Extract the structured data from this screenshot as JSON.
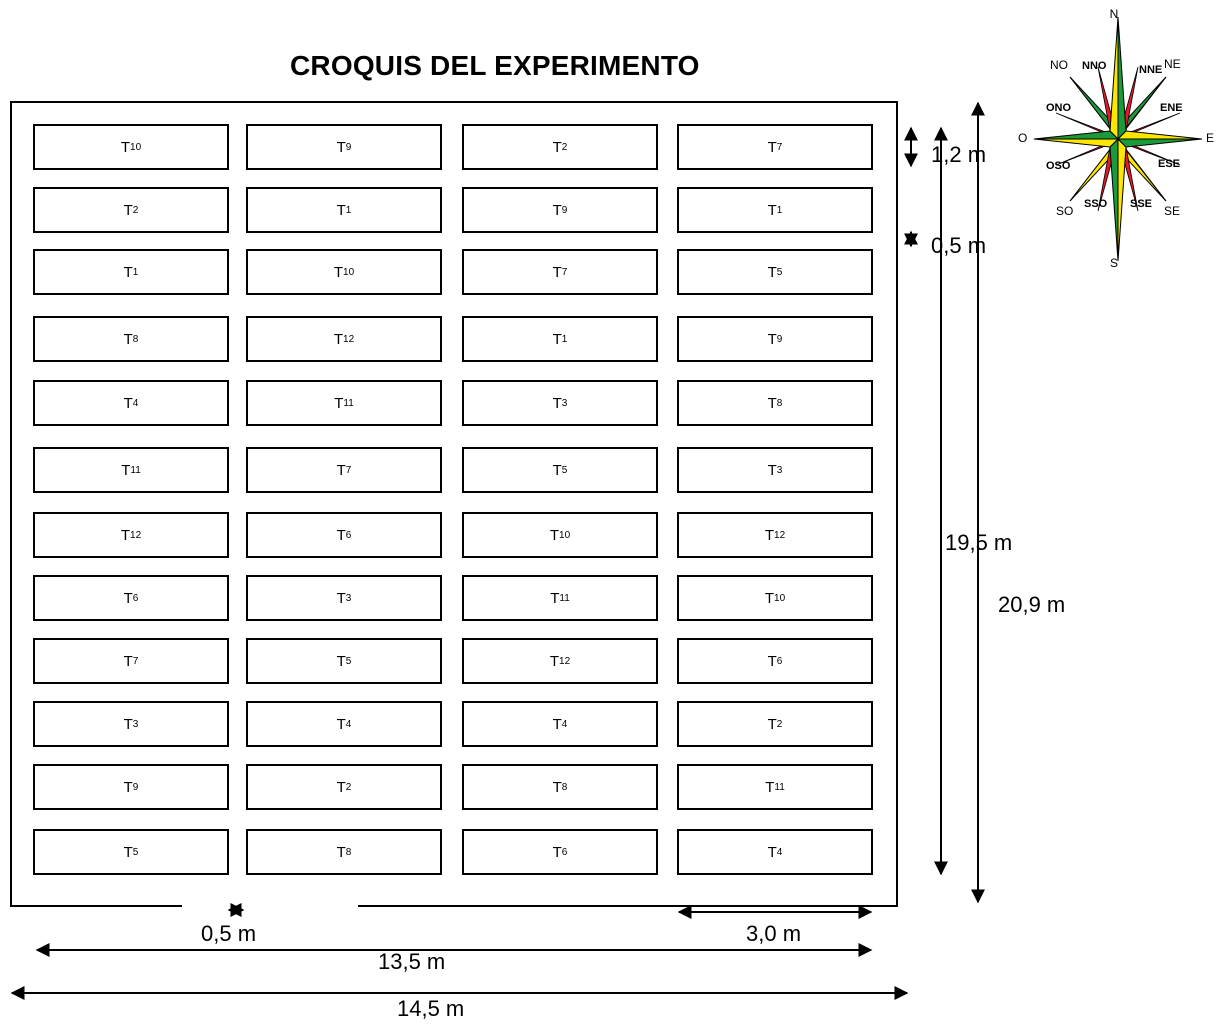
{
  "title": "CROQUIS DEL EXPERIMENTO",
  "plot_letter": "T",
  "grid": [
    [
      "10",
      "9",
      "2",
      "7"
    ],
    [
      "2",
      "1",
      "9",
      "1"
    ],
    [
      "1",
      "10",
      "7",
      "5"
    ],
    [
      "8",
      "12",
      "1",
      "9"
    ],
    [
      "4",
      "11",
      "3",
      "8"
    ],
    [
      "11",
      "7",
      "5",
      "3"
    ],
    [
      "12",
      "6",
      "10",
      "12"
    ],
    [
      "6",
      "3",
      "11",
      "10"
    ],
    [
      "7",
      "5",
      "12",
      "6"
    ],
    [
      "3",
      "4",
      "4",
      "2"
    ],
    [
      "9",
      "2",
      "8",
      "11"
    ],
    [
      "5",
      "8",
      "6",
      "4"
    ]
  ],
  "dimensions": {
    "plot_height": "1,2 m",
    "row_gap": "0,5 m",
    "inner_height": "19,5 m",
    "total_height": "20,9 m",
    "col_gap": "0,5 m",
    "plot_width": "3,0 m",
    "inner_width": "13,5 m",
    "total_width": "14,5 m"
  },
  "compass": {
    "labels": [
      "N",
      "NNE",
      "NE",
      "ENE",
      "E",
      "ESE",
      "SE",
      "SSE",
      "S",
      "SSO",
      "SO",
      "OSO",
      "O",
      "ONO",
      "NO",
      "NNO"
    ]
  }
}
